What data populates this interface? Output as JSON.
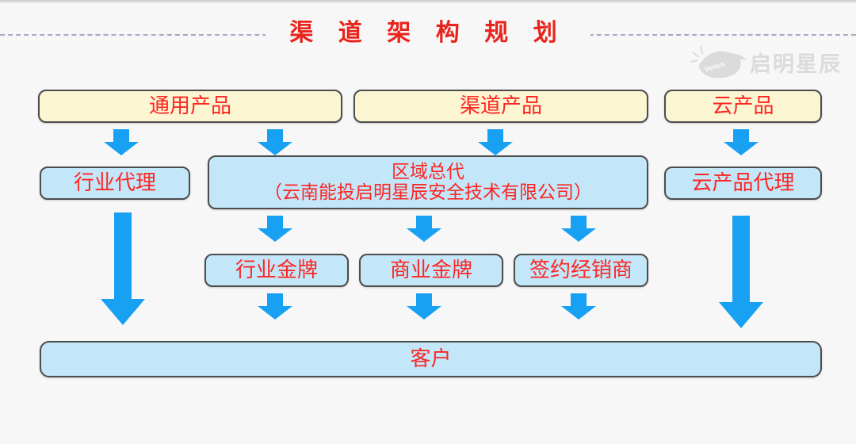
{
  "page": {
    "title": "渠 道 架 构 规 划",
    "logo_text": "启明星辰",
    "logo_badge": "Venus"
  },
  "colors": {
    "title_red": "#e8241c",
    "box_text_red": "#ff2522",
    "yellow_fill": "#fcf5d2",
    "blue_fill": "#c3e7f9",
    "arrow_blue": "#18a0f2",
    "box_border": "#4c4c4c",
    "dash_rule": "#a3abc2",
    "background": "#f7f7f8"
  },
  "diagram": {
    "row1": [
      {
        "label": "通用产品"
      },
      {
        "label": "渠道产品"
      },
      {
        "label": "云产品"
      }
    ],
    "row2": {
      "left": {
        "label": "行业代理"
      },
      "center": {
        "line1": "区域总代",
        "line2": "（云南能投启明星辰安全技术有限公司）"
      },
      "right": {
        "label": "云产品代理"
      }
    },
    "row3": [
      {
        "label": "行业金牌"
      },
      {
        "label": "商业金牌"
      },
      {
        "label": "签约经销商"
      }
    ],
    "row4": {
      "label": "客户"
    }
  }
}
